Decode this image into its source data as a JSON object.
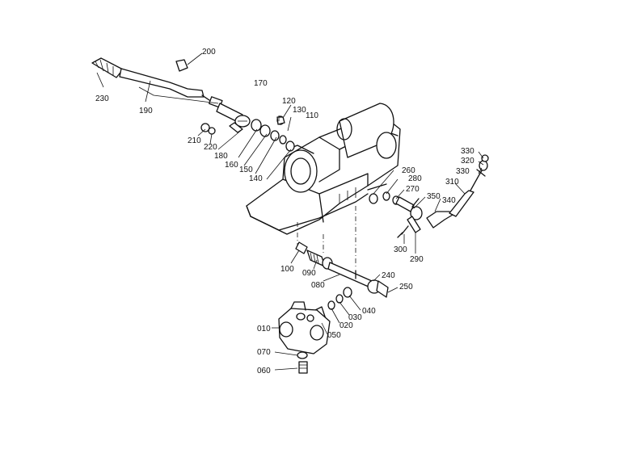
{
  "diagram": {
    "type": "exploded-parts-view",
    "part_labels": [
      "200",
      "230",
      "190",
      "170",
      "120",
      "130",
      "110",
      "210",
      "220",
      "180",
      "160",
      "150",
      "140",
      "330",
      "320",
      "330",
      "310",
      "340",
      "350",
      "270",
      "280",
      "260",
      "300",
      "290",
      "100",
      "090",
      "080",
      "240",
      "250",
      "040",
      "030",
      "020",
      "050",
      "010",
      "070",
      "060"
    ]
  }
}
